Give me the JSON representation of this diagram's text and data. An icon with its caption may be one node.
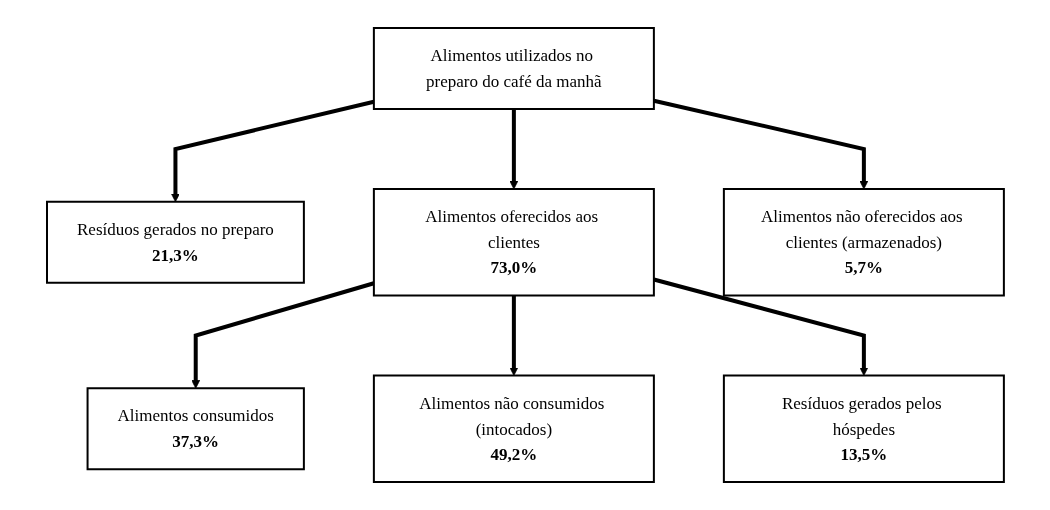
{
  "diagram": {
    "nodes": [
      {
        "text": [
          "Alimentos utilizados no preparo do café da manhã"
        ]
      },
      {
        "text": [
          "Resíduos gerados no preparo",
          "21,3%"
        ]
      },
      {
        "text": [
          "Alimentos oferecidos aos clientes",
          "73,0%"
        ]
      },
      {
        "text": [
          "Alimentos não oferecidos aos clientes (armazenados)",
          "5,7%"
        ]
      },
      {
        "text": [
          "Alimentos consumidos",
          "37,3%"
        ]
      },
      {
        "text": [
          "Alimentos não consumidos (intocados)",
          "49,2%"
        ]
      },
      {
        "text": [
          "Resíduos gerados pelos hóspedes",
          "13,5%"
        ]
      }
    ],
    "edges": [
      {
        "from": 0,
        "to": 1,
        "arrow": "to"
      },
      {
        "from": 0,
        "to": 2,
        "arrow": "to"
      },
      {
        "from": 0,
        "to": 3,
        "arrow": "to"
      },
      {
        "from": 2,
        "to": 4,
        "arrow": "to"
      },
      {
        "from": 2,
        "to": 5,
        "arrow": "to"
      },
      {
        "from": 2,
        "to": 6,
        "arrow": "to"
      }
    ]
  }
}
